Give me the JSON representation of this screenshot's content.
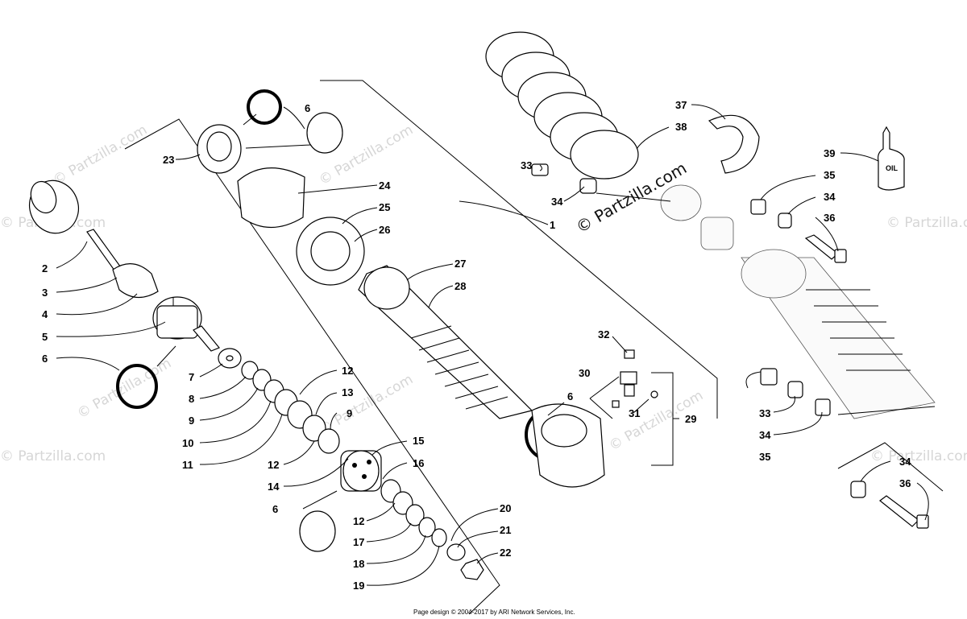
{
  "diagram": {
    "watermark": "© Partzilla.com",
    "footer": "Page design © 2004-2017 by ARI Network Services, Inc.",
    "oil_label": "OIL",
    "callouts": {
      "c1": "1",
      "c2": "2",
      "c3": "3",
      "c4": "4",
      "c5": "5",
      "c6a": "6",
      "c6b": "6",
      "c6c": "6",
      "c6d": "6",
      "c7": "7",
      "c8": "8",
      "c9a": "9",
      "c9b": "9",
      "c10": "10",
      "c11": "11",
      "c12a": "12",
      "c12b": "12",
      "c12c": "12",
      "c13": "13",
      "c14": "14",
      "c15": "15",
      "c16": "16",
      "c17": "17",
      "c18": "18",
      "c19": "19",
      "c20": "20",
      "c21": "21",
      "c22": "22",
      "c23": "23",
      "c24": "24",
      "c25": "25",
      "c26": "26",
      "c27": "27",
      "c28": "28",
      "c29": "29",
      "c30": "30",
      "c31": "31",
      "c32": "32",
      "c33a": "33",
      "c33b": "33",
      "c34a": "34",
      "c34b": "34",
      "c34c": "34",
      "c34d": "34",
      "c35a": "35",
      "c35b": "35",
      "c36a": "36",
      "c36b": "36",
      "c37": "37",
      "c38": "38",
      "c39": "39"
    }
  }
}
